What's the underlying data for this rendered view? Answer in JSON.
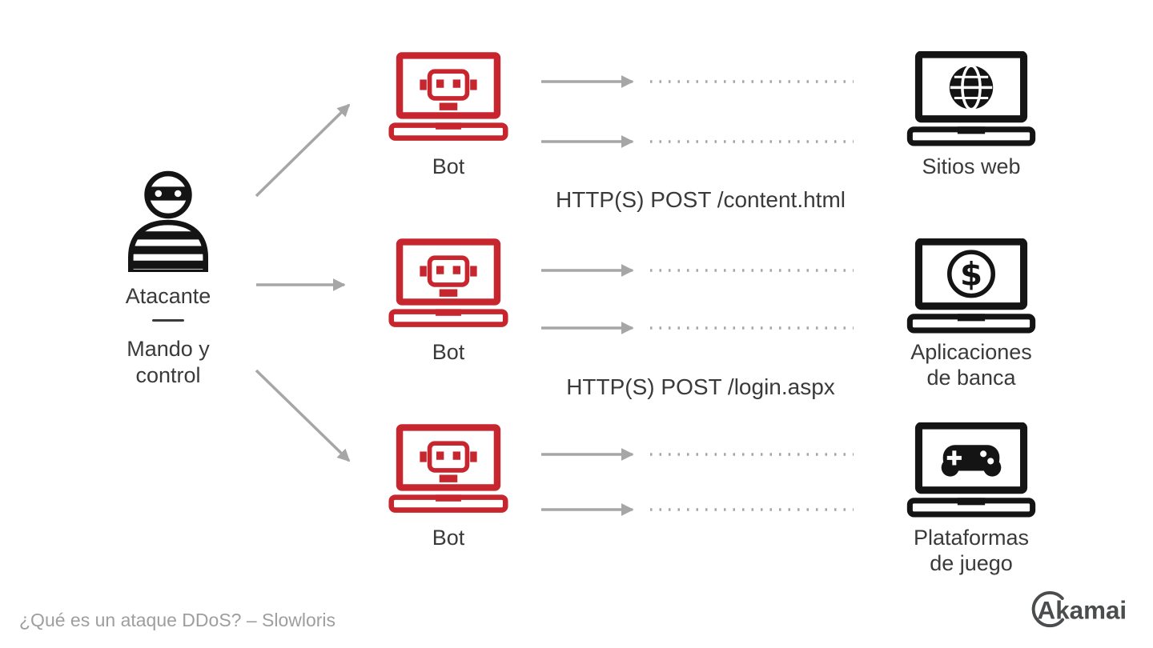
{
  "diagram": {
    "attacker": {
      "icon": "attacker-icon",
      "label": "Atacante",
      "sublines": [
        "Mando y",
        "control"
      ]
    },
    "bots": [
      {
        "icon": "bot-laptop-icon",
        "label": "Bot"
      },
      {
        "icon": "bot-laptop-icon",
        "label": "Bot"
      },
      {
        "icon": "bot-laptop-icon",
        "label": "Bot"
      }
    ],
    "requests": [
      {
        "label": "HTTP(S) POST /content.html"
      },
      {
        "label": "HTTP(S) POST /login.aspx"
      }
    ],
    "targets": [
      {
        "icon": "globe-laptop-icon",
        "lines": [
          "Sitios web"
        ]
      },
      {
        "icon": "banking-laptop-icon",
        "lines": [
          "Aplicaciones",
          "de banca"
        ]
      },
      {
        "icon": "gaming-laptop-icon",
        "lines": [
          "Plataformas",
          "de juego"
        ]
      }
    ],
    "footer": "¿Qué es un ataque DDoS? – Slowloris",
    "brand": "Akamai",
    "colors": {
      "bot_red": "#C8262E",
      "target_dark": "#141414",
      "arrow_gray": "#A6A6A6",
      "text_dark": "#3A3A3A",
      "footer_gray": "#9E9E9E",
      "brand_gray": "#4A4C4E"
    }
  }
}
